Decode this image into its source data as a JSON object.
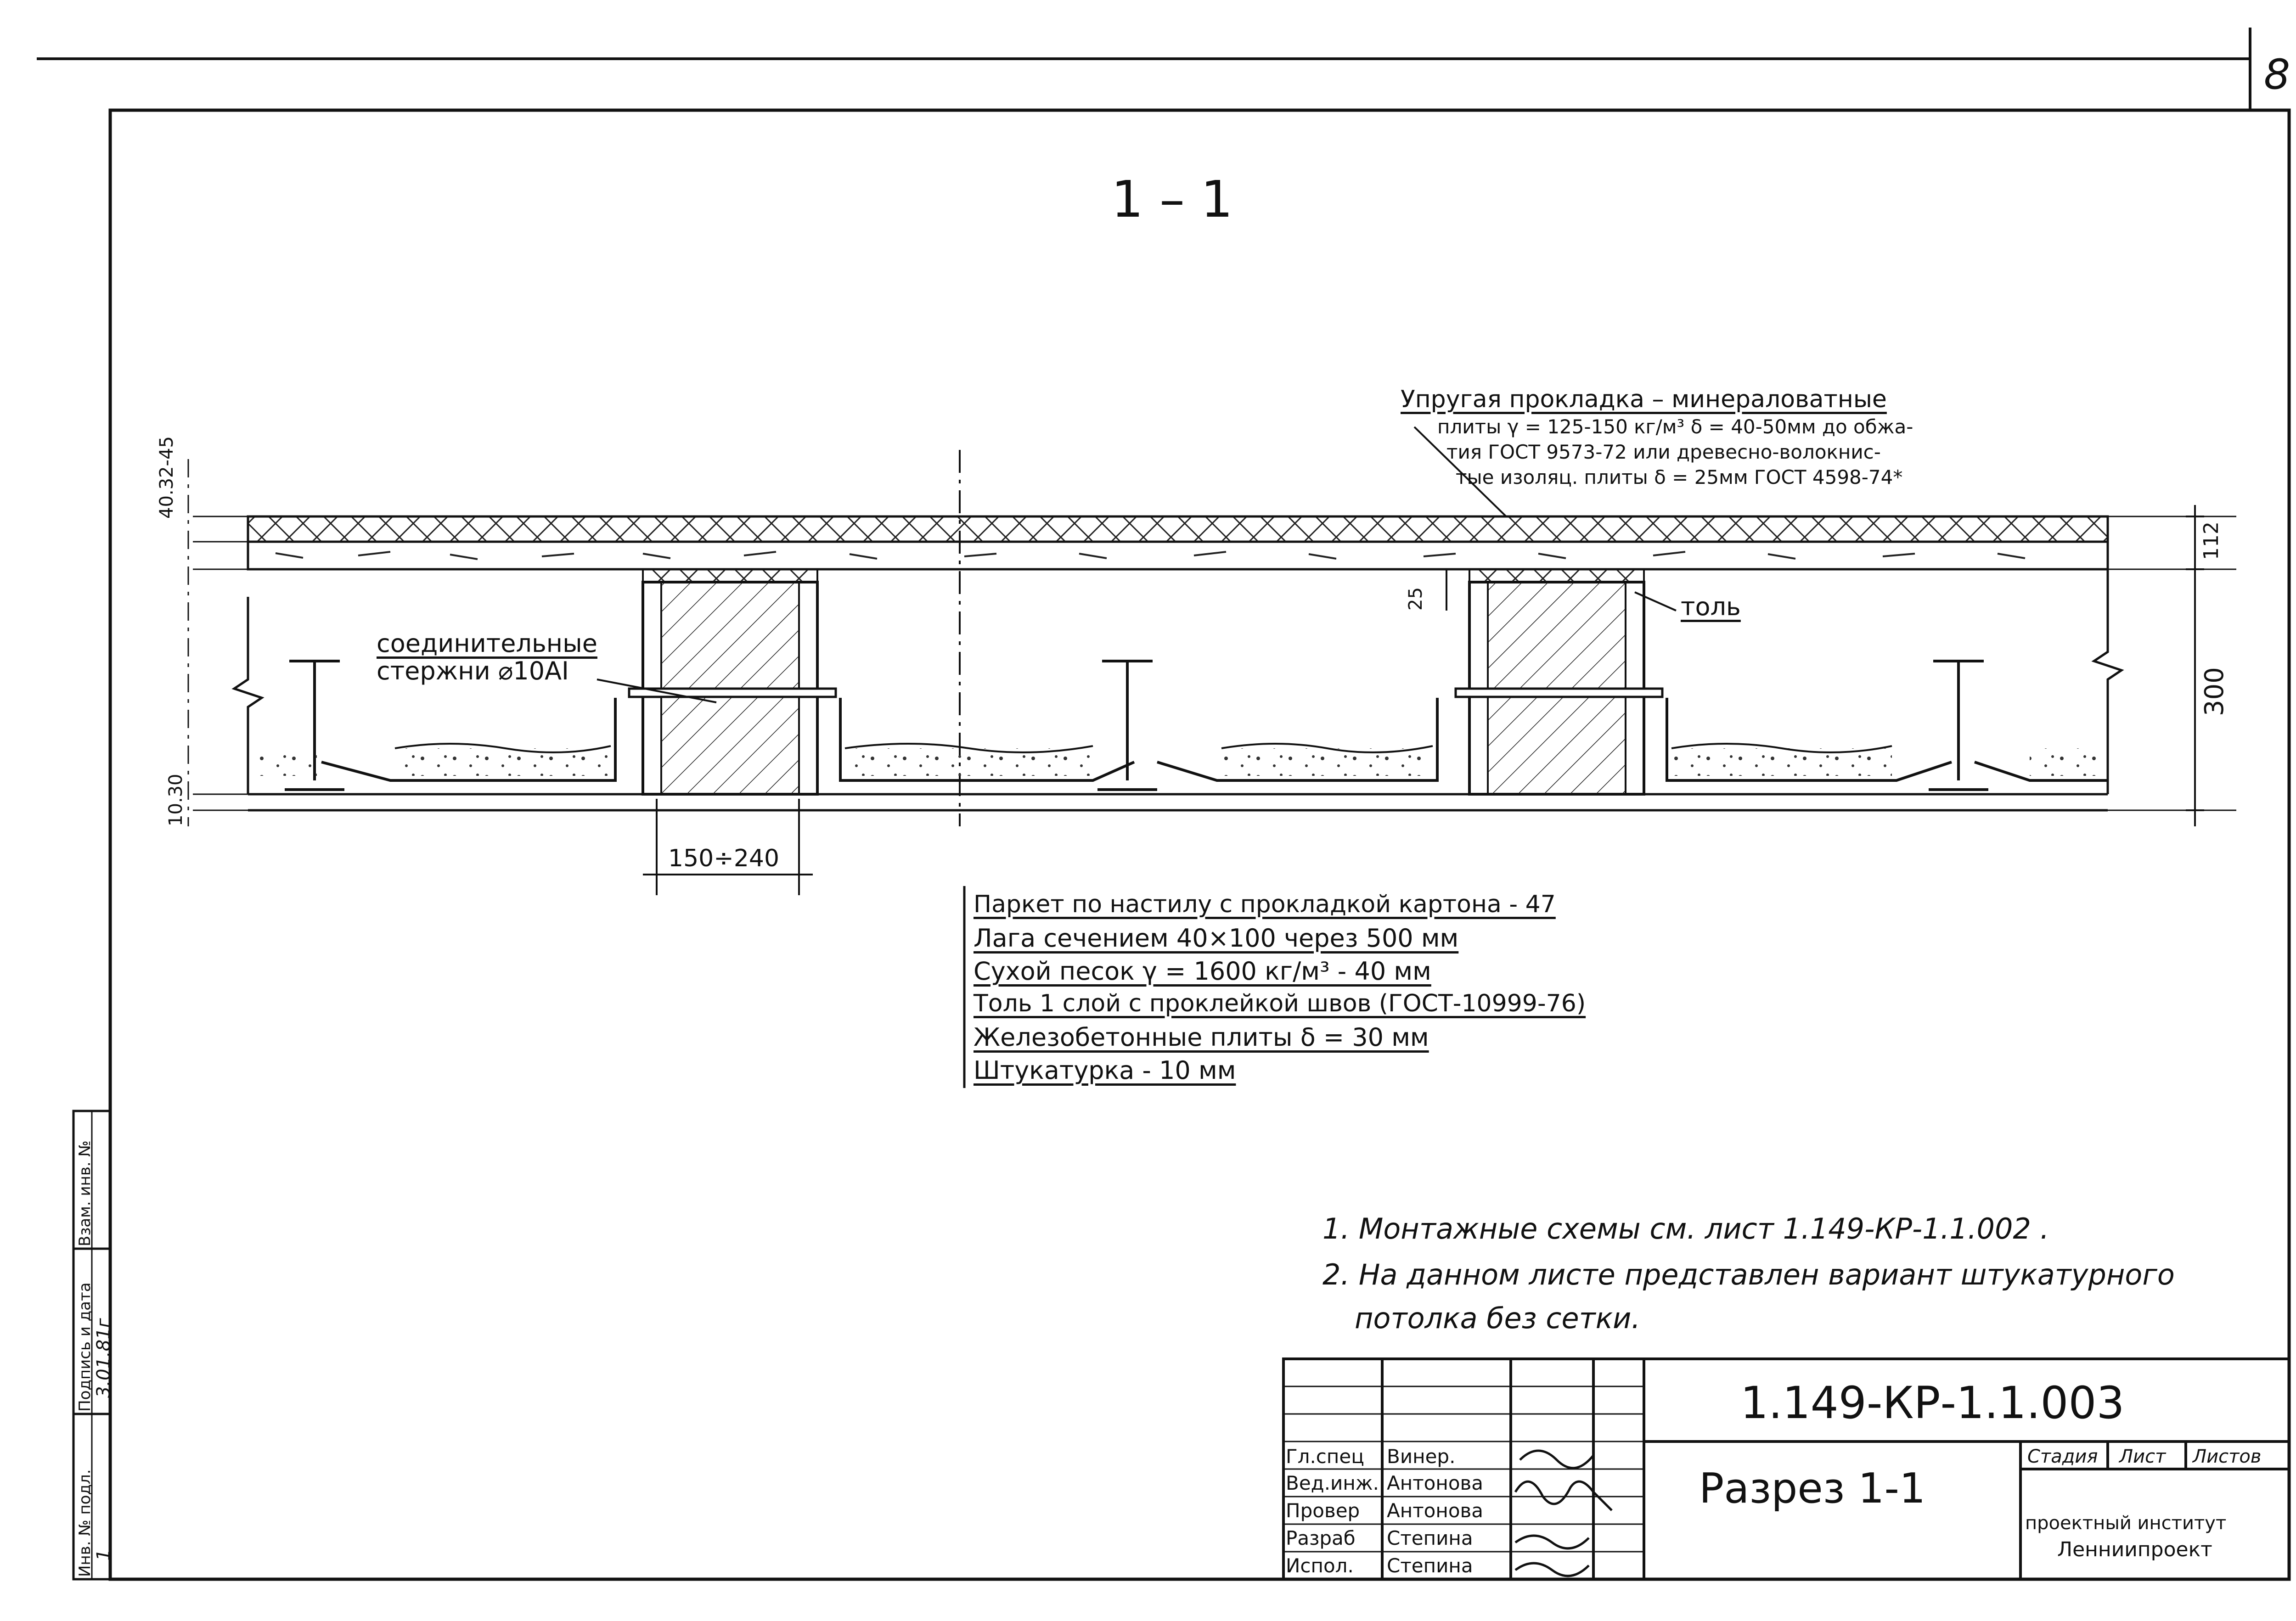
{
  "sheet_number": "8",
  "section_mark": "1 – 1",
  "callout_elastic": {
    "line1": "Упругая прокладка – минераловатные",
    "line2": "плиты γ = 125-150 кг/м³  δ = 40-50мм до обжа-",
    "line3": "тия  ГОСТ 9573-72 или древесно-волокнис-",
    "line4": "тые изоляц. плиты δ = 25мм ГОСТ 4598-74*"
  },
  "callout_rods": {
    "line1": "соединительные",
    "line2": "стержни ⌀10AI"
  },
  "callout_tol": "толь",
  "dim_top_left": "40.32-45",
  "dim_bottom_left": "10.30",
  "dim_25": "25",
  "dim_112": "112",
  "dim_300": "300",
  "dim_support": "150÷240",
  "layers": [
    "Паркет по настилу с прокладкой картона - 47",
    "Лага сечением 40×100 через 500 мм",
    "Сухой песок γ = 1600 кг/м³ - 40 мм",
    "Толь 1 слой с проклейкой швов (ГОСТ-10999-76)",
    "Железобетонные плиты δ = 30 мм",
    "Штукатурка - 10 мм"
  ],
  "notes": {
    "n1": "1. Монтажные схемы см. лист 1.149-КР-1.1.002 .",
    "n2": "2. На данном листе представлен вариант штукатурного",
    "n3": "потолка без сетки."
  },
  "title_block": {
    "code": "1.149-КР-1.1.003",
    "sheet_title": "Разрез 1-1",
    "headers": {
      "stage": "Стадия",
      "sheet": "Лист",
      "sheets": "Листов"
    },
    "org_line1": "проектный институт",
    "org_line2": "Ленниипроект",
    "roles": [
      {
        "role": "Гл.спец",
        "name": "Винер."
      },
      {
        "role": "Вед.инж.",
        "name": "Антонова"
      },
      {
        "role": "Провер",
        "name": "Антонова"
      },
      {
        "role": "Разраб",
        "name": "Степина"
      },
      {
        "role": "Испол.",
        "name": "Степина"
      }
    ]
  },
  "side_stamp": {
    "inv_orig": "Инв. № подл.",
    "sign_date": "Подпись и дата",
    "replace_inv": "Взам. инв. №",
    "date_value": "3.01.81г",
    "inv_value": "1"
  }
}
